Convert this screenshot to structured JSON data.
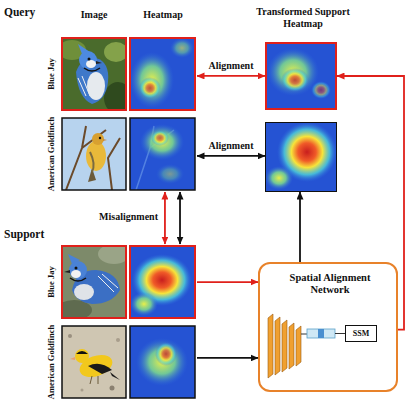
{
  "diagram": {
    "nodes": [
      {
        "text": [
          "Query"
        ]
      },
      {
        "text": [
          "Transformed Support Heatmap"
        ]
      },
      {
        "text": []
      },
      {
        "text": [
          "Support"
        ]
      },
      {
        "text": [
          "Spatial Alignment Network"
        ]
      },
      {
        "text": [
          "SSM"
        ],
        "in": 4
      }
    ],
    "edges": [
      {
        "from": 0,
        "to": 1,
        "arrow": "both",
        "label": "Alignment"
      },
      {
        "from": 0,
        "to": 2,
        "arrow": "both",
        "label": "Alignment"
      },
      {
        "from": 0,
        "to": 3,
        "arrow": "both",
        "label": "Misalignment"
      },
      {
        "from": 0,
        "to": 3,
        "arrow": "both"
      },
      {
        "from": 3,
        "to": 4,
        "arrow": "to"
      },
      {
        "from": 3,
        "to": 4,
        "arrow": "to"
      },
      {
        "from": 4,
        "to": 2,
        "arrow": "to"
      },
      {
        "from": 4,
        "to": 1,
        "arrow": "to"
      }
    ],
    "labels": [
      "Image",
      "Heatmap",
      "Blue Jay",
      "American Goldfinch",
      "Blue Jay",
      "American Goldfinch"
    ]
  }
}
